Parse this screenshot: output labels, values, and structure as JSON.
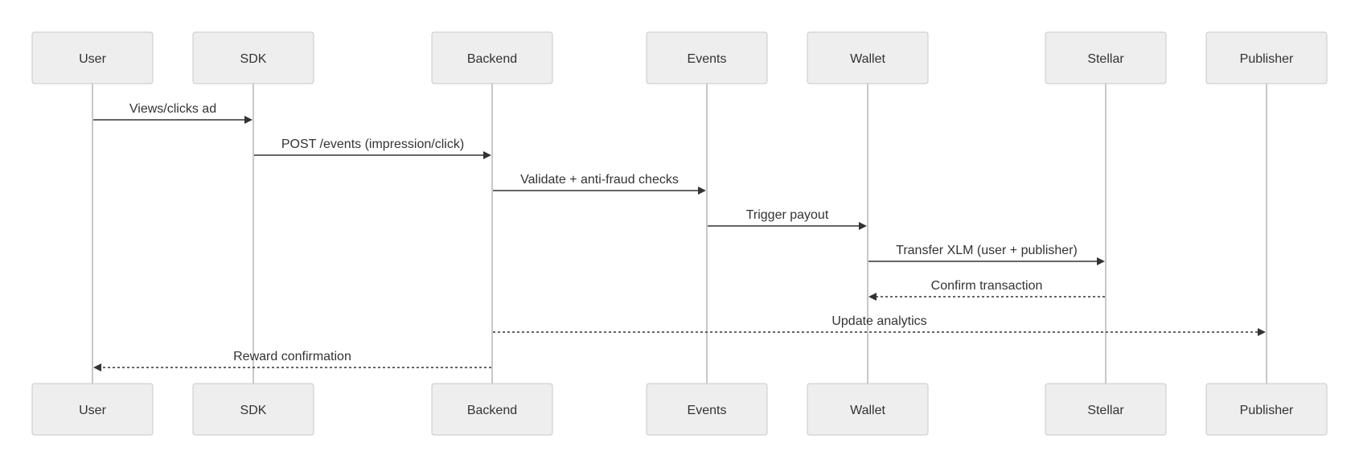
{
  "actors": [
    {
      "id": "user",
      "label": "User"
    },
    {
      "id": "sdk",
      "label": "SDK"
    },
    {
      "id": "backend",
      "label": "Backend"
    },
    {
      "id": "events",
      "label": "Events"
    },
    {
      "id": "wallet",
      "label": "Wallet"
    },
    {
      "id": "stellar",
      "label": "Stellar"
    },
    {
      "id": "publisher",
      "label": "Publisher"
    }
  ],
  "messages": [
    {
      "from": "user",
      "to": "sdk",
      "label": "Views/clicks ad",
      "style": "solid"
    },
    {
      "from": "sdk",
      "to": "backend",
      "label": "POST /events (impression/click)",
      "style": "solid"
    },
    {
      "from": "backend",
      "to": "events",
      "label": "Validate + anti-fraud checks",
      "style": "solid"
    },
    {
      "from": "events",
      "to": "wallet",
      "label": "Trigger payout",
      "style": "solid"
    },
    {
      "from": "wallet",
      "to": "stellar",
      "label": "Transfer XLM (user + publisher)",
      "style": "solid"
    },
    {
      "from": "stellar",
      "to": "wallet",
      "label": "Confirm transaction",
      "style": "dashed"
    },
    {
      "from": "backend",
      "to": "publisher",
      "label": "Update analytics",
      "style": "dashed"
    },
    {
      "from": "backend",
      "to": "user",
      "label": "Reward confirmation",
      "style": "dashed"
    }
  ]
}
